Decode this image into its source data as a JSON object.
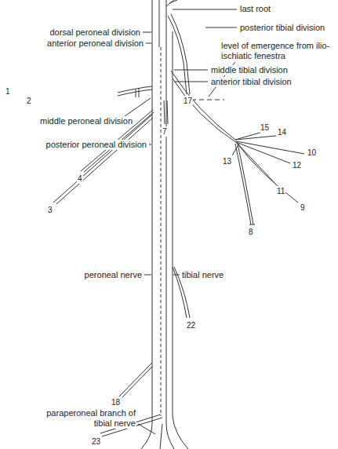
{
  "diagram": {
    "labels": [
      "last root",
      "posterior tibial division",
      "dorsal peroneal division",
      "anterior peroneal division",
      "1",
      "2",
      "17",
      "level of emergence from ilio-ischiatic fenestra",
      "middle tibial division",
      "anterior tibial division",
      "middle peroneal division",
      "posterior peroneal division",
      "7",
      "15",
      "14",
      "10",
      "12",
      "13",
      "11",
      "9",
      "8",
      "4",
      "3",
      "peroneal nerve",
      "tibial nerve",
      "22",
      "18",
      "paraperoneal branch of tibial nerve",
      "23"
    ]
  }
}
